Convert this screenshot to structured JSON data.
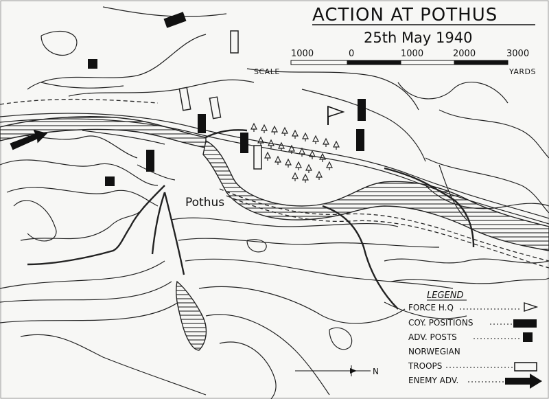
{
  "title": "ACTION AT POTHUS",
  "subtitle": "25th May 1940",
  "scale": {
    "label": "SCALE",
    "unit": "YARDS",
    "ticks": [
      "1000",
      "0",
      "1000",
      "2000",
      "3000"
    ]
  },
  "place": "Pothus",
  "legend": {
    "heading": "LEGEND",
    "items": [
      {
        "label": "FORCE H.Q",
        "symbol": "flag"
      },
      {
        "label": "COY. POSITIONS",
        "symbol": "solid-bar"
      },
      {
        "label": "ADV. POSTS",
        "symbol": "small-block"
      },
      {
        "label": "NORWEGIAN",
        "symbol": "none"
      },
      {
        "label": "TROOPS",
        "symbol": "open-bar"
      },
      {
        "label": "ENEMY ADV.",
        "symbol": "arrow"
      }
    ]
  },
  "north_arrow": "N"
}
